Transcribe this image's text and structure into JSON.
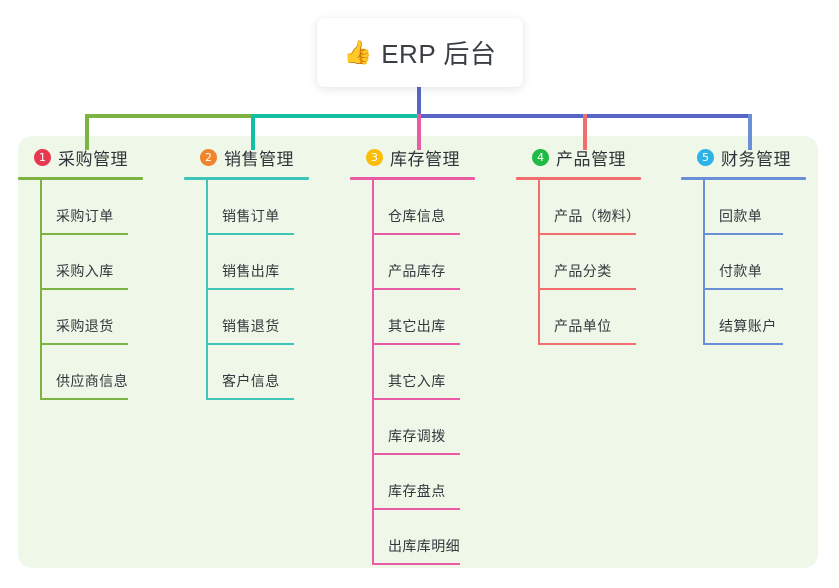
{
  "root": {
    "icon": "thumbs-up-icon",
    "emoji": "👍",
    "title": "ERP 后台"
  },
  "panel": {
    "background": "#eef7e8"
  },
  "connectors": {
    "trunk_color": "#5566c4",
    "segments": [
      {
        "name": "green-bar",
        "color": "#7cb342"
      },
      {
        "name": "teal-bar",
        "color": "#14bfa6"
      },
      {
        "name": "blue-bar",
        "color": "#5566c4"
      }
    ]
  },
  "columns": [
    {
      "id": "purchasing",
      "number": "1",
      "title": "采购管理",
      "badge_color": "#e8384f",
      "line_color": "#7cb342",
      "items": [
        "采购订单",
        "采购入库",
        "采购退货",
        "供应商信息"
      ]
    },
    {
      "id": "sales",
      "number": "2",
      "title": "销售管理",
      "badge_color": "#f0852d",
      "line_color": "#3fc5b7",
      "items": [
        "销售订单",
        "销售出库",
        "销售退货",
        "客户信息"
      ]
    },
    {
      "id": "inventory",
      "number": "3",
      "title": "库存管理",
      "badge_color": "#fbbd08",
      "line_color": "#ea5ba6",
      "items": [
        "仓库信息",
        "产品库存",
        "其它出库",
        "其它入库",
        "库存调拨",
        "库存盘点",
        "出库库明细"
      ]
    },
    {
      "id": "product",
      "number": "4",
      "title": "产品管理",
      "badge_color": "#21ba45",
      "line_color": "#f26d6d",
      "items": [
        "产品（物料）",
        "产品分类",
        "产品单位"
      ]
    },
    {
      "id": "finance",
      "number": "5",
      "title": "财务管理",
      "badge_color": "#2eb3e6",
      "line_color": "#6a8fd8",
      "items": [
        "回款单",
        "付款单",
        "结算账户"
      ]
    }
  ]
}
